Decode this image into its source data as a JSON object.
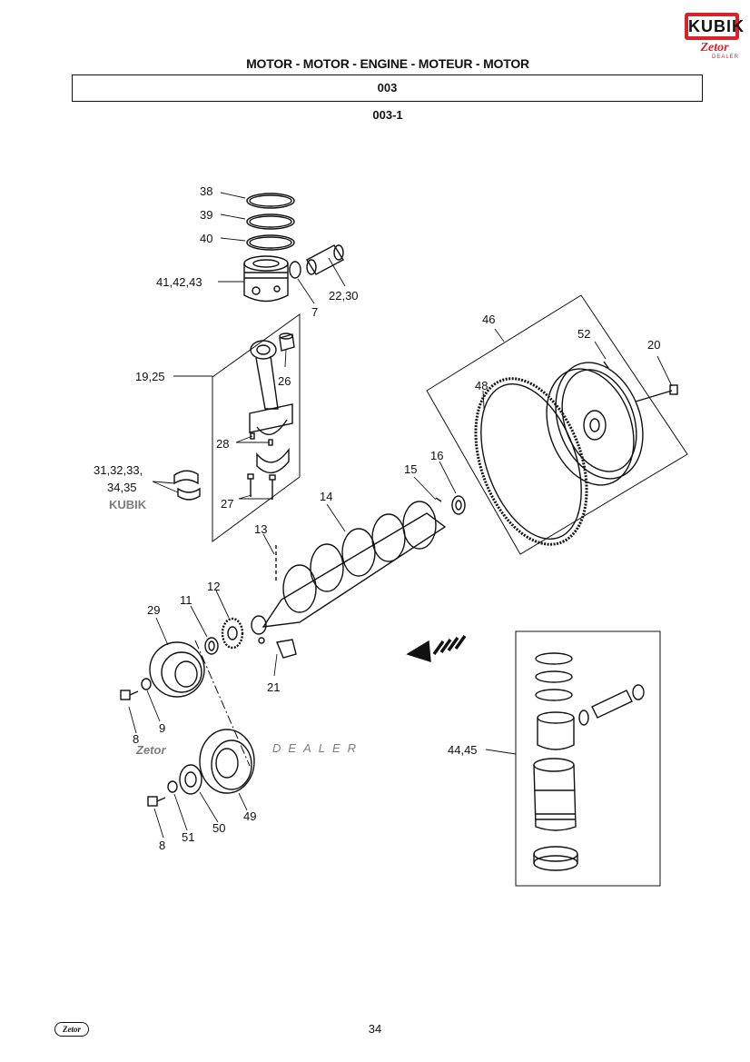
{
  "header": {
    "logo_brand": "KUBIK",
    "logo_sub": "Zetor",
    "logo_dealer": "DEALER",
    "title": "MOTOR - MOTOR - ENGINE - MOTEUR - MOTOR",
    "group_code": "003",
    "figure_code": "003-1"
  },
  "watermark": {
    "brand": "KUBIK",
    "sub": "Zetor",
    "dealer": "DEALER",
    "color": "#e8c8c8"
  },
  "callouts": {
    "c38": "38",
    "c39": "39",
    "c40": "40",
    "c41": "41,42,43",
    "c22": "22,30",
    "c7a": "7",
    "c46": "46",
    "c52": "52",
    "c20": "20",
    "c19": "19,25",
    "c26": "26",
    "c48": "48",
    "c28": "28",
    "c31a": "31,32,33,",
    "c31b": "34,35",
    "c15": "15",
    "c16": "16",
    "c27": "27",
    "c14": "14",
    "c13": "13",
    "c12": "12",
    "c11": "11",
    "c29": "29",
    "c21": "21",
    "c8a": "8",
    "c9": "9",
    "c44": "44,45",
    "c49": "49",
    "c50": "50",
    "c51": "51",
    "c8b": "8"
  },
  "footer": {
    "logo": "Zetor",
    "page_number": "34"
  }
}
